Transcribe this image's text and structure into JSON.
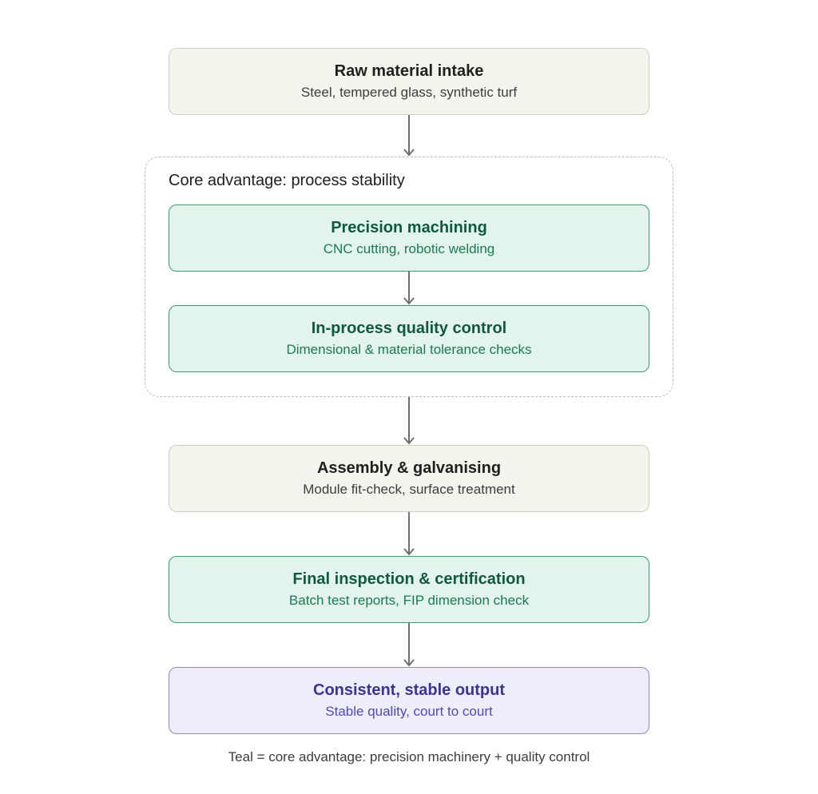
{
  "nodes": {
    "raw_material": {
      "title": "Raw material intake",
      "subtitle": "Steel, tempered glass, synthetic turf"
    },
    "group": {
      "label": "Core advantage: process stability"
    },
    "precision_machining": {
      "title": "Precision machining",
      "subtitle": "CNC cutting, robotic welding"
    },
    "quality_control": {
      "title": "In-process quality control",
      "subtitle": "Dimensional & material tolerance checks"
    },
    "assembly": {
      "title": "Assembly & galvanising",
      "subtitle": "Module fit-check, surface treatment"
    },
    "final_inspection": {
      "title": "Final inspection & certification",
      "subtitle": "Batch test reports, FIP dimension check"
    },
    "output": {
      "title": "Consistent, stable output",
      "subtitle": "Stable quality, court to court"
    }
  },
  "legend": {
    "caption": "Teal = core advantage: precision machinery + quality control"
  },
  "colors": {
    "neutral_fill": "#f4f3ec",
    "teal_fill": "#e2f4ec",
    "teal_accent": "#0f5a3e",
    "purple_fill": "#eeedfb",
    "purple_accent": "#3c3493",
    "arrow": "#6f6f6f"
  }
}
